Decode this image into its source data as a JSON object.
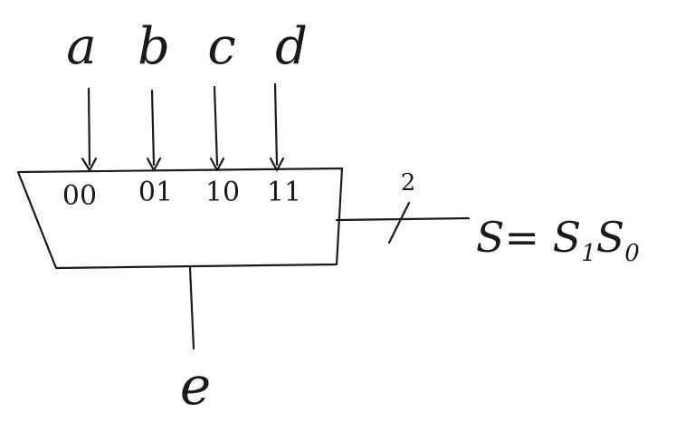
{
  "diagram": {
    "inputs": [
      {
        "name": "a",
        "code": "00"
      },
      {
        "name": "b",
        "code": "01"
      },
      {
        "name": "c",
        "code": "10"
      },
      {
        "name": "d",
        "code": "11"
      }
    ],
    "output": "e",
    "select": {
      "width": "2",
      "label": "S= S",
      "sub1": "1",
      "mid": "S",
      "sub0": "0"
    }
  }
}
